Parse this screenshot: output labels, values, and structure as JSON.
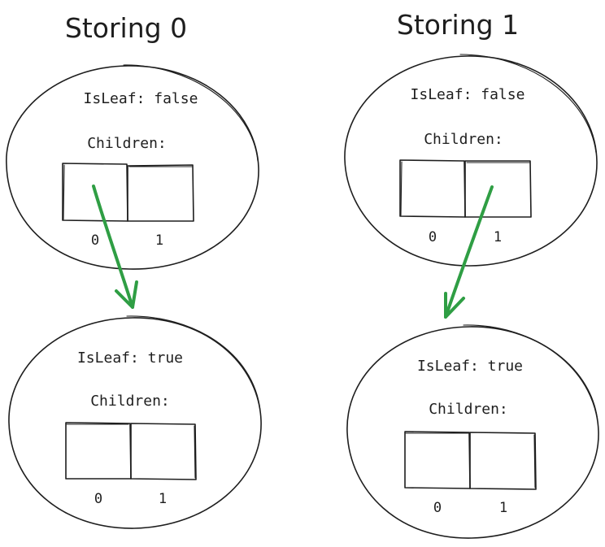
{
  "columns": [
    {
      "title": "Storing 0",
      "parent": {
        "leaf_label": "IsLeaf: false",
        "children_label": "Children:",
        "slots": [
          "0",
          "1"
        ]
      },
      "child": {
        "leaf_label": "IsLeaf: true",
        "children_label": "Children:",
        "slots": [
          "0",
          "1"
        ]
      },
      "arrow_from_slot": "0"
    },
    {
      "title": "Storing 1",
      "parent": {
        "leaf_label": "IsLeaf: false",
        "children_label": "Children:",
        "slots": [
          "0",
          "1"
        ]
      },
      "child": {
        "leaf_label": "IsLeaf: true",
        "children_label": "Children:",
        "slots": [
          "0",
          "1"
        ]
      },
      "arrow_from_slot": "1"
    }
  ],
  "colors": {
    "ink": "#1e1e1e",
    "arrow": "#2f9e44",
    "background": "#ffffff"
  }
}
